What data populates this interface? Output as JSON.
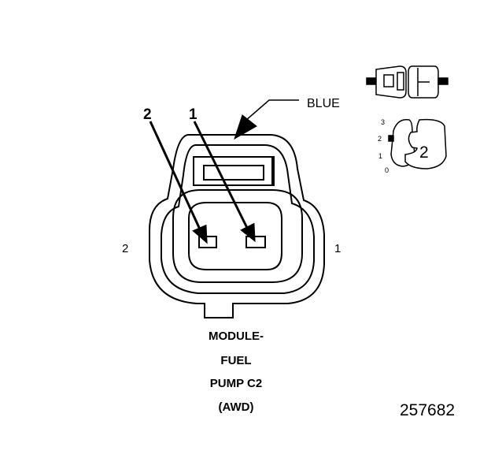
{
  "connector": {
    "wire_color_label": "BLUE",
    "pin_callouts": [
      "2",
      "1"
    ],
    "side_labels": {
      "left": "2",
      "right": "1"
    }
  },
  "caption": {
    "lines": [
      "MODULE-",
      "FUEL",
      "PUMP C2",
      "(AWD)"
    ]
  },
  "inset": {
    "position_marks": [
      "3",
      "2",
      "1",
      "0"
    ],
    "connector_number": "2"
  },
  "figure_number": "257682",
  "colors": {
    "line": "#000000",
    "background": "#ffffff"
  }
}
